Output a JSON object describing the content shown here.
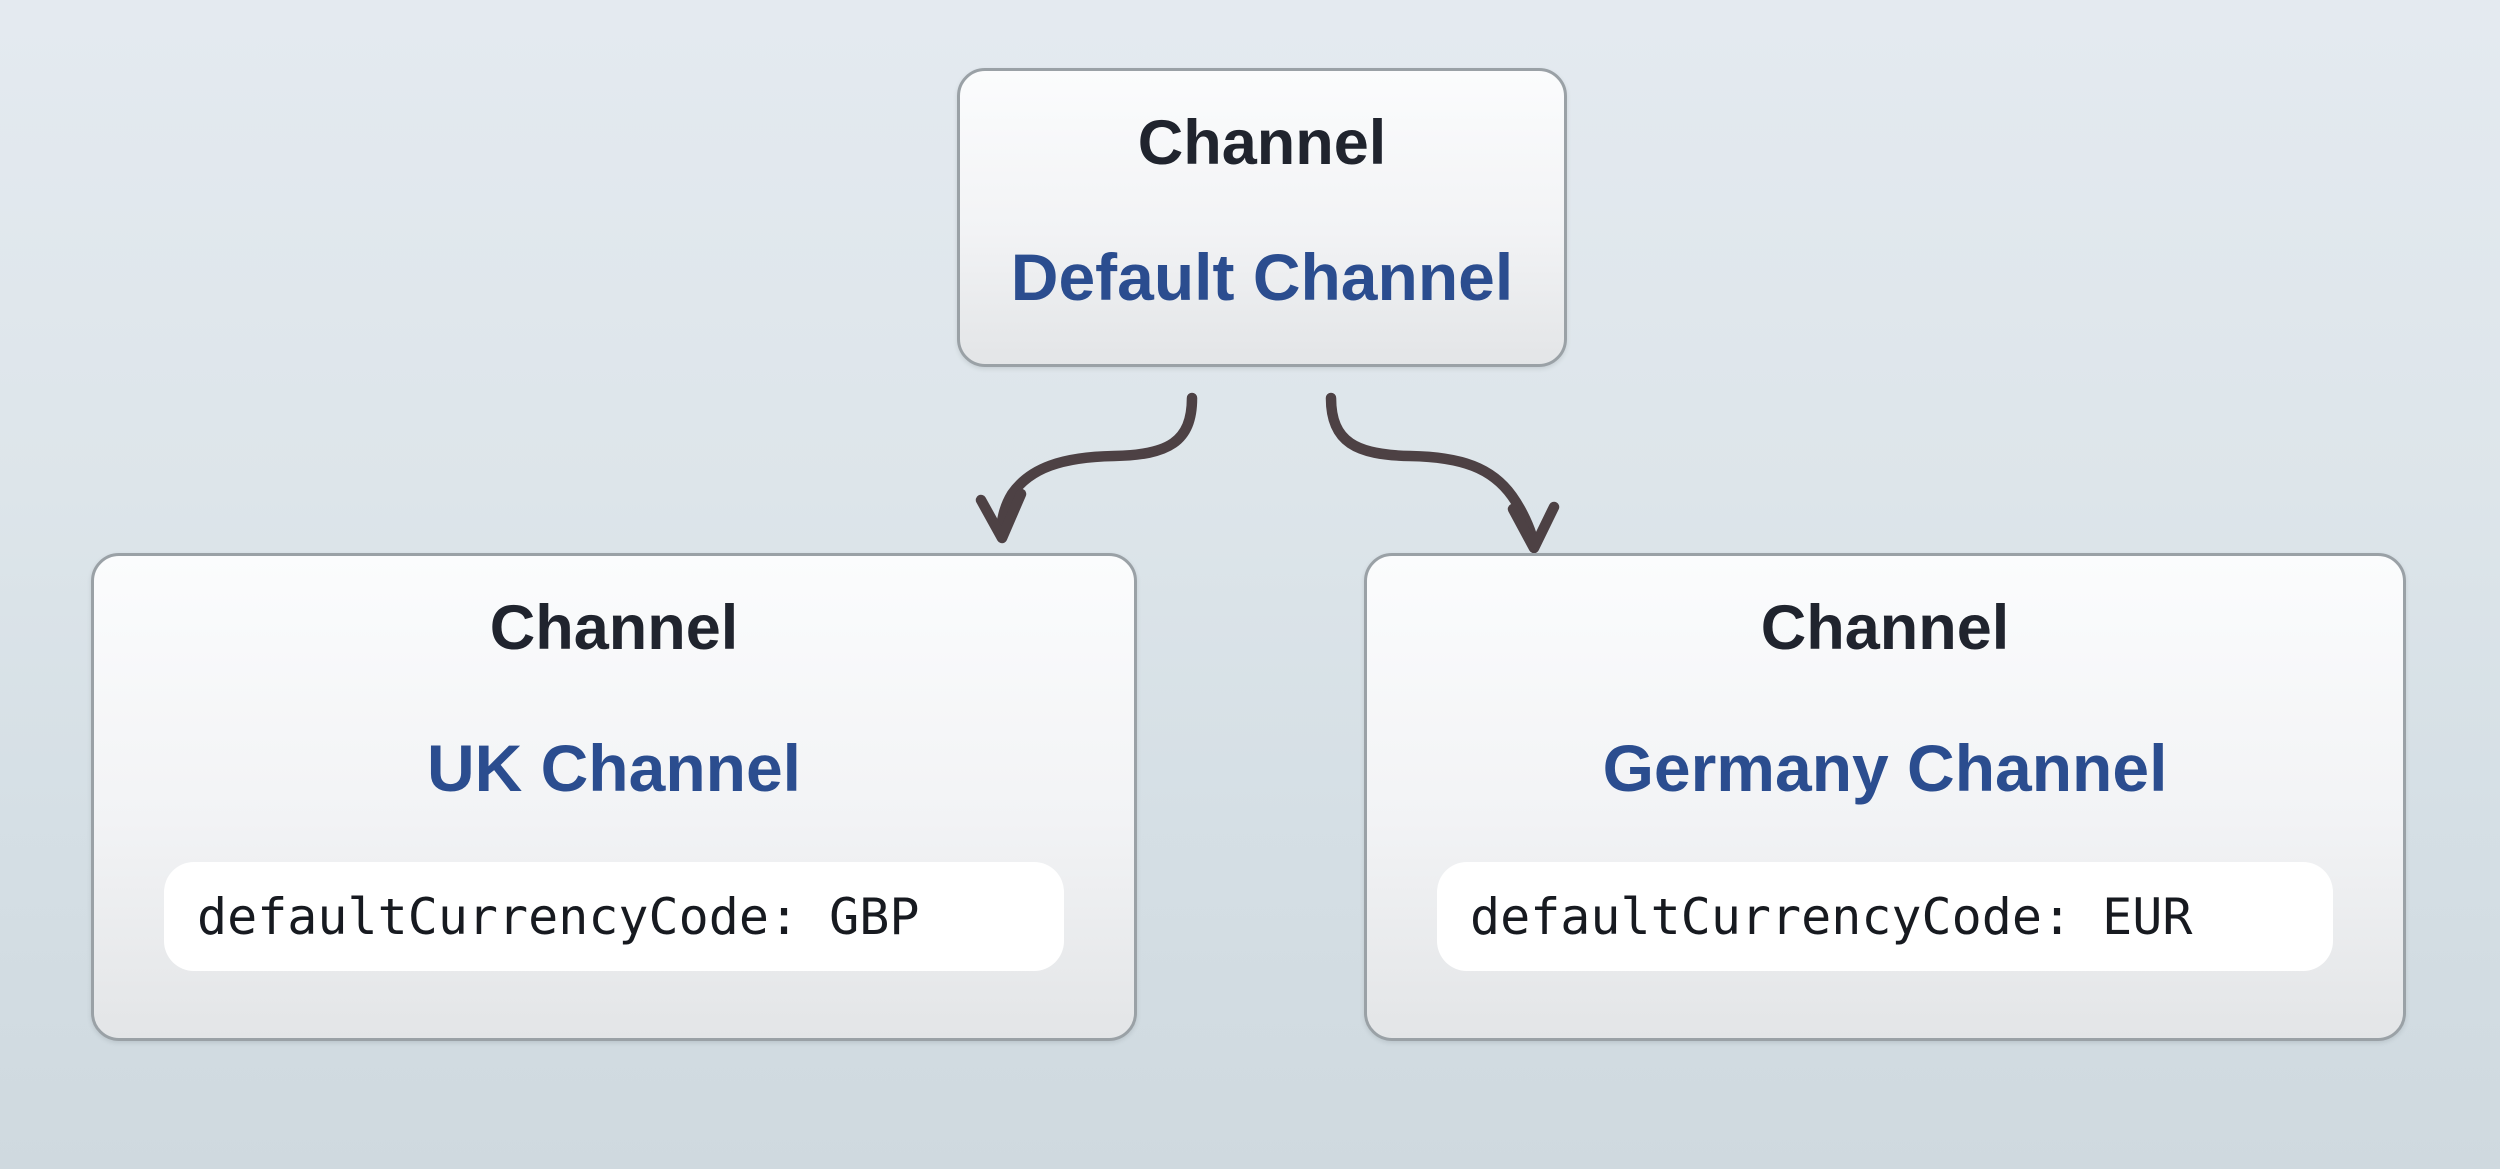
{
  "diagram": {
    "root": {
      "type_label": "Channel",
      "name": "Default Channel"
    },
    "children": [
      {
        "id": "uk",
        "type_label": "Channel",
        "name": "UK Channel",
        "code": "defaultCurrencyCode: GBP"
      },
      {
        "id": "germany",
        "type_label": "Channel",
        "name": "Germany Channel",
        "code": "defaultCurrencyCode: EUR"
      }
    ],
    "arrows": [
      {
        "from": "Default Channel",
        "to": "UK Channel"
      },
      {
        "from": "Default Channel",
        "to": "Germany Channel"
      }
    ],
    "colors": {
      "background_top": "#e4eaf0",
      "background_bottom": "#cfd9df",
      "node_border": "#9aa1a6",
      "node_fill_top": "#fbfcfd",
      "node_fill_bottom": "#e3e5e7",
      "title_text": "#20242e",
      "name_text": "#2b4d8f",
      "code_text": "#171a20",
      "code_background": "#ffffff",
      "arrow": "#4d4144"
    }
  }
}
